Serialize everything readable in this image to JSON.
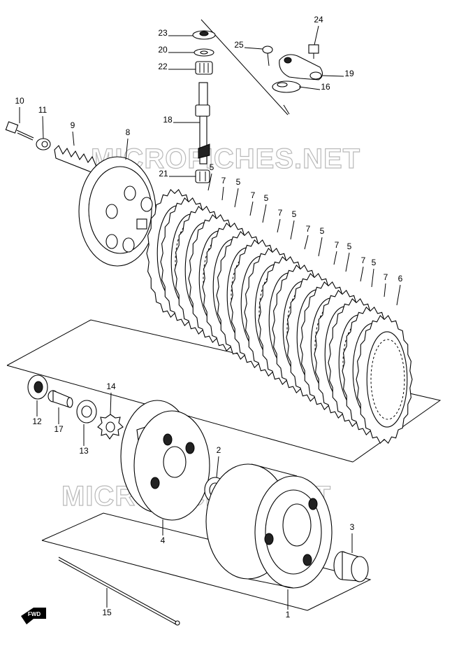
{
  "watermarks": [
    "MICROFICHES.NET",
    "MICROFICHES.NET"
  ],
  "direction_badge": "FWD",
  "callouts": [
    "1",
    "2",
    "3",
    "4",
    "5",
    "6",
    "7",
    "8",
    "9",
    "10",
    "11",
    "12",
    "13",
    "14",
    "15",
    "16",
    "17",
    "18",
    "19",
    "20",
    "21",
    "22",
    "23",
    "24",
    "25"
  ]
}
